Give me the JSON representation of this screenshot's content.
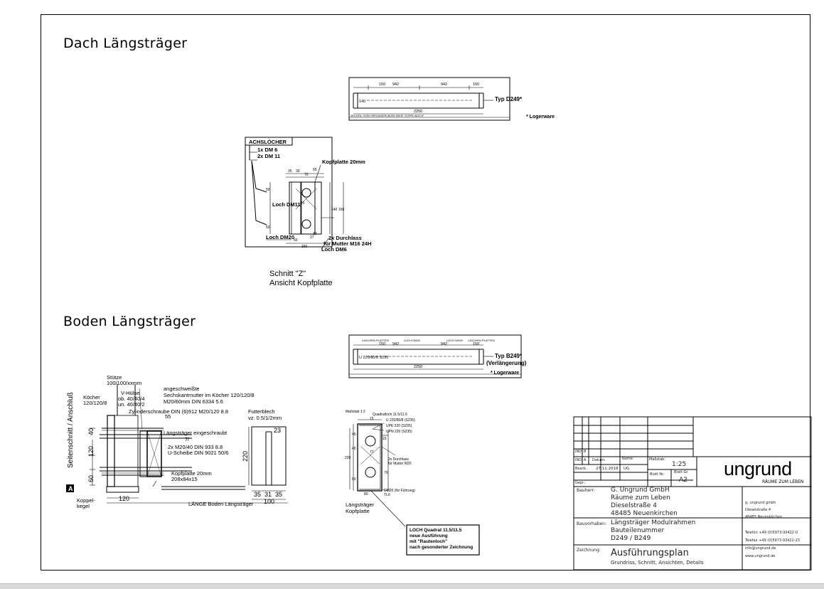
{
  "sections": {
    "dach_title": "Dach Längsträger",
    "boden_title": "Boden Längsträger"
  },
  "dach": {
    "type_label": "Typ D249*",
    "lagerware": "* Logerware",
    "dims_top": [
      "150",
      "942",
      "942",
      "150"
    ],
    "total": "2250",
    "inner_h": "140",
    "small_note": "ZEICHEN. GGEN VERLÄNGERUNGEN SIEHE \"DOPPELBLECH\""
  },
  "achslocher": {
    "header": "ACHSLÖCHER",
    "line1": "1x DM 6",
    "line2": "2x DM 11",
    "kopfplatte": "Kopfplatte 20mm",
    "loch_dm11": "Loch DM11",
    "loch_dm20": "Loch DM20",
    "durchlass1": "2x Durchlass",
    "durchlass2": "für Mutter M16 24H",
    "loch_dm6": "Loch DM6",
    "schnitt1": "Schnitt \"Z\"",
    "schnitt2": "Ansicht Kopfplatte",
    "dims": [
      "35",
      "30",
      "70",
      "65",
      "50",
      "50",
      "160",
      "140",
      "60",
      "20",
      "160",
      "27",
      "R5"
    ]
  },
  "boden": {
    "type_label1": "Typ B249*",
    "type_label2": "(Verlängerung)",
    "lagerware": "* Logerware",
    "labels_top": [
      "LASCHEN PLATTEN",
      "LOCH DM20",
      "LOCH DM20",
      "LASCHEN PLATTEN"
    ],
    "dims_top": [
      "150",
      "942",
      "942",
      "150"
    ],
    "total": "2250",
    "profile": "U 220/80/8 S235"
  },
  "seitenschnitt": {
    "side_label": "Seitenschnitt / Anschluß",
    "box_letter": "A",
    "stuetze1": "Stütze",
    "stuetze2": "100/100/xxmm",
    "koecher1": "Köcher",
    "koecher2": "120/120/8",
    "vhuelse1": "V-Hülse",
    "vhuelse2": "ob. 40/40/4",
    "vhuelse3": "un. 40/40/2",
    "angeschweisst1": "angeschweißte",
    "angeschweisst2": "Sechskantmutter im Köcher 120/120/8",
    "angeschweisst3": "M20/60mm DIN 6334 5.6",
    "zylinder": "Zylinderschraube DIN (6)912 M20/120 8.8",
    "eingeschraubt": "Längsträger eingeschraubt",
    "m20": "2x M20/40 DIN 933 8.8",
    "uscheibe": "U-Scheibe DIN 9021 50/6",
    "kopfplatte1": "Kopfplatte 20mm",
    "kopfplatte2": "208x84x15",
    "koppel1": "Koppel-",
    "koppel2": "kegel",
    "laenge": "LÄNGE Boden Längsträger",
    "d40": "40",
    "d120": "120",
    "d60": "60",
    "d55": "55",
    "d7": "7/",
    "d120b": "120"
  },
  "futterblech": {
    "line1": "Futterblech",
    "line2": "vz. 0.5/1/2mm",
    "d23": "23",
    "d220": "220",
    "d35a": "35",
    "d31": "31",
    "d35b": "35",
    "d100": "100"
  },
  "kopfplatte_detail": {
    "massstab": "Maßstab 1:2",
    "quadrat": "Quadratloch 11.5/11.5",
    "u_profile": "U 220/80/8 (S235)",
    "upe": "UPE 220 (S235)",
    "upn": "UPN 220 (S235)",
    "durchlass1": "2x Durchlass",
    "durchlass2": "für Mutter M20",
    "dm20": "DM20 (für Führung)",
    "tl6": "TL6",
    "caption1": "Längsträger",
    "caption2": "Kopfplatte",
    "note1": "LOCH Quadrat 11.5/11.5",
    "note2": "neue Ausführung",
    "note3": "mit \"Rautenloch\"",
    "note4": "nach gesonderter Zeichnung",
    "dims": [
      "15",
      "15",
      "45",
      "77",
      "40",
      "60",
      "220",
      "80",
      "70"
    ]
  },
  "titleblock": {
    "ind_b": "IND.",
    "b": "B",
    "ind_a": "IND.",
    "a": "A",
    "datum_label": "Datum:",
    "name_label": "Name:",
    "massstab_label": "Maßstab:",
    "massstab_value": "1:25",
    "bearb_label": "Bearb.:",
    "bearb_date": "27.11.2018",
    "bearb_name": "UG",
    "blatt_nr": "Blatt Nr.",
    "blatt_gr": "Blatt Gr.",
    "blatt_gr_value": "A2",
    "gepr_label": "Gepr.:",
    "logo": "ungrund",
    "logo_sub": "RÄUME ZUM LEBEN",
    "bauherr_label": "Bauherr:",
    "bauherr": [
      "G. Ungrund GmbH",
      "Räume zum Leben",
      "Dieselstraße 4",
      "48485 Neuenkirchen"
    ],
    "bauvorhaben_label": "Bauvorhaben:",
    "bauvorhaben": [
      "Längsträger Modulrahmen",
      "Bauteilenummer",
      "D249 / B249"
    ],
    "zeichnung_label": "Zeichnung:",
    "zeichnung_title": "Ausführungsplan",
    "zeichnung_sub": "Grundriss, Schnitt, Ansichten, Details",
    "company": [
      "g. ungrund gmbh",
      "Dieselstraße 4",
      "48485 Neuenkirchen"
    ],
    "contact": [
      "Telefon +49 (0)5973-93422-0",
      "Telefax +49 (0)5973-93422-23",
      "info@ungrund.de",
      "www.ungrund.de"
    ]
  }
}
